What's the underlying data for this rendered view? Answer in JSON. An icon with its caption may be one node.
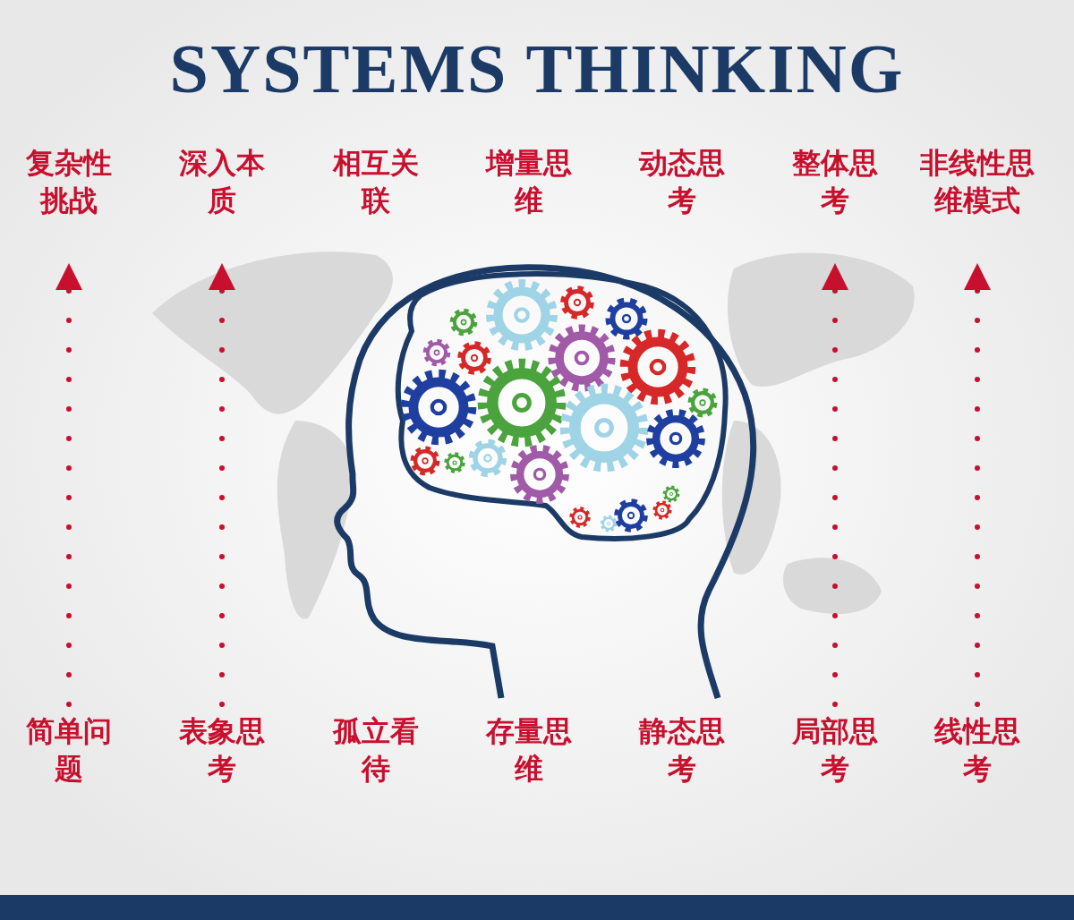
{
  "diagram": {
    "title": "SYSTEMS THINKING",
    "nodes": [
      {
        "text": [
          "复杂性挑战"
        ]
      },
      {
        "text": [
          "深入本质"
        ]
      },
      {
        "text": [
          "相互关联"
        ]
      },
      {
        "text": [
          "增量思维"
        ]
      },
      {
        "text": [
          "动态思考"
        ]
      },
      {
        "text": [
          "整体思考"
        ]
      },
      {
        "text": [
          "非线性思维模式"
        ]
      },
      {
        "text": [
          "简单问题"
        ]
      },
      {
        "text": [
          "表象思考"
        ]
      },
      {
        "text": [
          "孤立看待"
        ]
      },
      {
        "text": [
          "存量思维"
        ]
      },
      {
        "text": [
          "静态思考"
        ]
      },
      {
        "text": [
          "局部思考"
        ]
      },
      {
        "text": [
          "线性思考"
        ]
      }
    ],
    "edges": [
      {
        "from": 7,
        "to": 0,
        "arrow": "to",
        "style": "dashed"
      },
      {
        "from": 8,
        "to": 1,
        "arrow": "to",
        "style": "dashed"
      },
      {
        "from": 12,
        "to": 5,
        "arrow": "to",
        "style": "dashed"
      },
      {
        "from": 13,
        "to": 6,
        "arrow": "to",
        "style": "dashed"
      }
    ]
  }
}
